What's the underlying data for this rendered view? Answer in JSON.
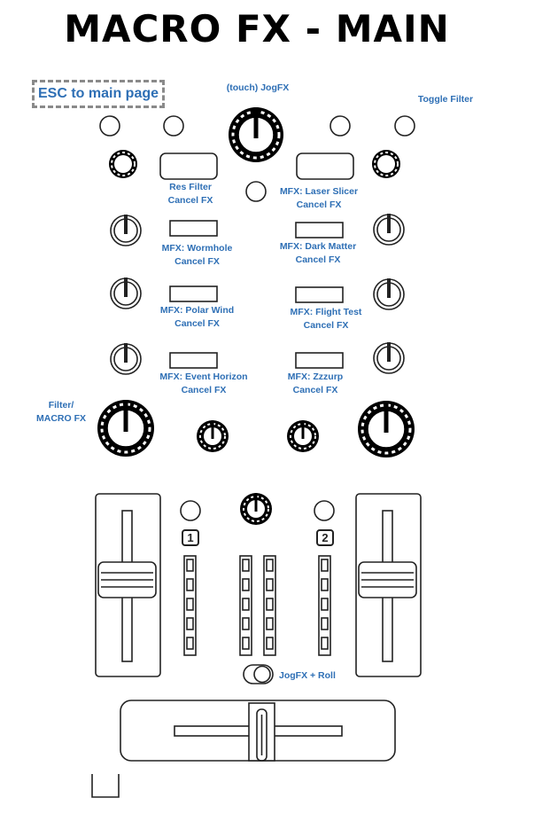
{
  "title": "MACRO FX - MAIN",
  "esc_button": "ESC to main page",
  "labels": {
    "jogfx": "(touch) JogFX",
    "toggle_filter": "Toggle Filter",
    "res_filter": [
      "Res  Filter",
      "Cancel  FX"
    ],
    "laser_slicer": [
      "MFX: Laser Slicer",
      "Cancel  FX"
    ],
    "wormhole": [
      "MFX: Wormhole",
      "Cancel  FX"
    ],
    "dark_matter": [
      "MFX: Dark Matter",
      "Cancel  FX"
    ],
    "polar_wind": [
      "MFX: Polar  Wind",
      "Cancel  FX"
    ],
    "flight_test": [
      "MFX: Flight Test",
      "Cancel  FX"
    ],
    "event_horizon": [
      "MFX: Event Horizon",
      "Cancel  FX"
    ],
    "zzzurp": [
      "MFX: Zzzurp",
      "Cancel  FX"
    ],
    "filter_macro": [
      "Filter/",
      "MACRO  FX"
    ],
    "jogfx_roll": "JogFX + Roll"
  },
  "channel_badges": [
    "1",
    "2"
  ],
  "colors": {
    "label": "#2e6fb5",
    "line": "#222222",
    "esc_border": "#8a8a8a"
  }
}
